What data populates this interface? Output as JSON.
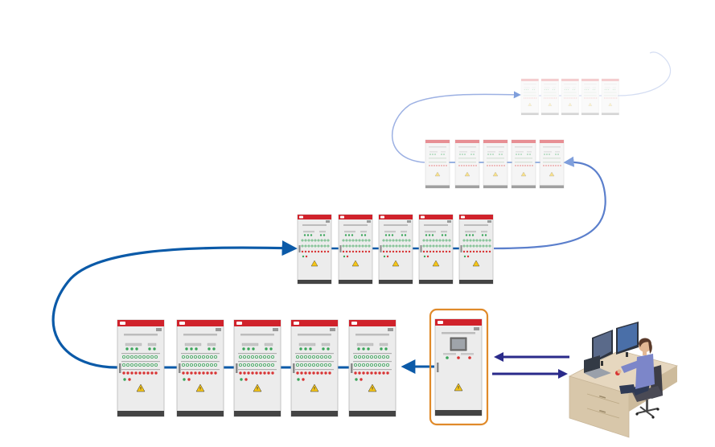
{
  "diagram": {
    "elements": {
      "control_panel": "control-cabinet-with-touchscreen",
      "operator": "operator-workstation-with-dual-monitors",
      "cabinet_brand_mark": "red-header-logo"
    },
    "rows": [
      {
        "id": "row-1",
        "cabinets": 5,
        "fade": 0.22
      },
      {
        "id": "row-2",
        "cabinets": 5,
        "fade": 0.5
      },
      {
        "id": "row-3",
        "cabinets": 5,
        "fade": 1.0
      },
      {
        "id": "row-4",
        "cabinets": 5,
        "fade": 1.0
      }
    ],
    "colors": {
      "link_dark": "#0b5aa8",
      "link_light": "#7f9fdc",
      "arrow_navy": "#2a2a8a",
      "highlight": "#e08a2a",
      "cabinet_header": "#d0222b",
      "cabinet_body": "#ececec",
      "button_green": "#3aa55a",
      "button_red": "#d83434",
      "warning_yellow": "#f5c518"
    }
  }
}
